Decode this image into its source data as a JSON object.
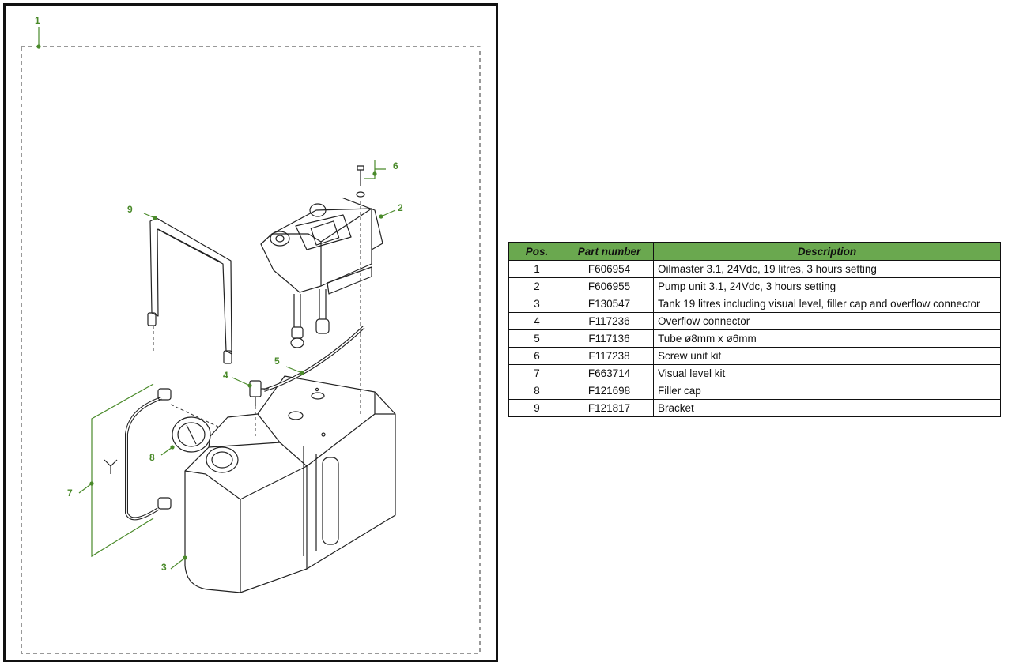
{
  "callouts": {
    "c1": "1",
    "c2": "2",
    "c3": "3",
    "c4": "4",
    "c5": "5",
    "c6": "6",
    "c7": "7",
    "c8": "8",
    "c9": "9"
  },
  "colors": {
    "accent": "#6aa84f",
    "callout": "#4a8a2a",
    "line": "#222222"
  },
  "table": {
    "headers": {
      "pos": "Pos.",
      "part": "Part number",
      "desc": "Description"
    },
    "rows": [
      {
        "pos": "1",
        "part": "F606954",
        "desc": "Oilmaster 3.1, 24Vdc, 19 litres, 3 hours setting"
      },
      {
        "pos": "2",
        "part": "F606955",
        "desc": "Pump unit 3.1, 24Vdc, 3 hours setting"
      },
      {
        "pos": "3",
        "part": "F130547",
        "desc": "Tank 19 litres including visual level, filler cap and overflow connector"
      },
      {
        "pos": "4",
        "part": "F117236",
        "desc": "Overflow connector"
      },
      {
        "pos": "5",
        "part": "F117136",
        "desc": "Tube ø8mm x ø6mm"
      },
      {
        "pos": "6",
        "part": "F117238",
        "desc": "Screw unit kit"
      },
      {
        "pos": "7",
        "part": "F663714",
        "desc": "Visual level kit"
      },
      {
        "pos": "8",
        "part": "F121698",
        "desc": "Filler cap"
      },
      {
        "pos": "9",
        "part": "F121817",
        "desc": "Bracket"
      }
    ]
  }
}
